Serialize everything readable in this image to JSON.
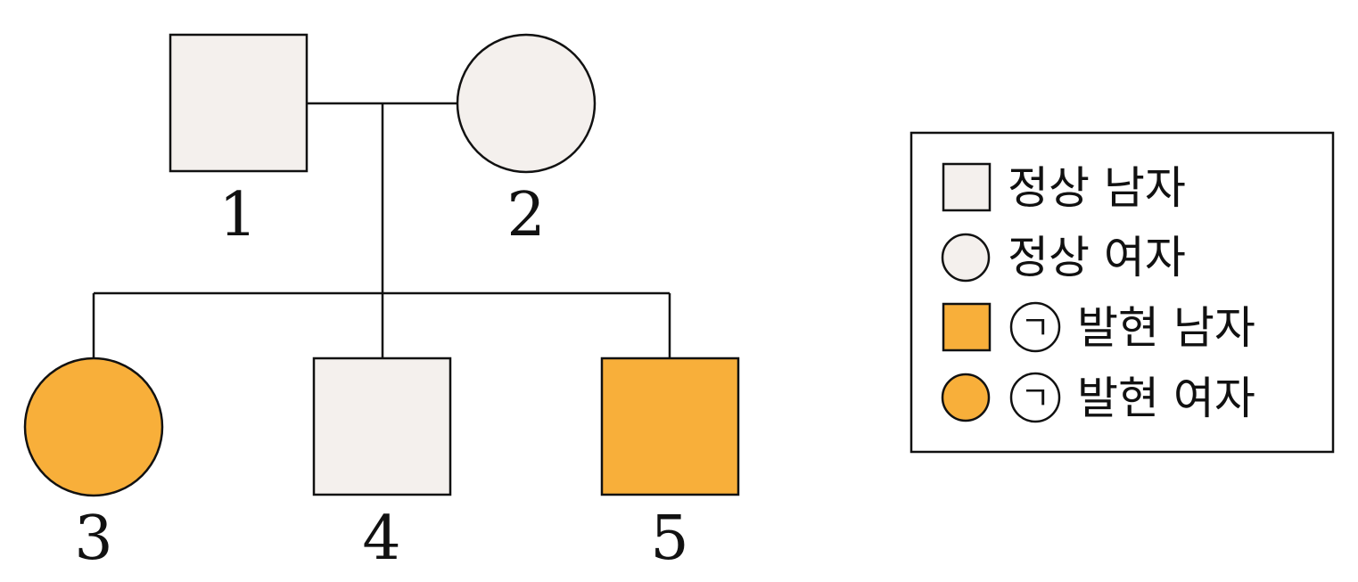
{
  "colors": {
    "normal_fill": "#f4f0ed",
    "affected_fill": "#f8af3a",
    "stroke": "#111111",
    "background": "#ffffff"
  },
  "pedigree": {
    "individuals": [
      {
        "id": "1",
        "label": "1",
        "sex": "male",
        "phenotype": "normal"
      },
      {
        "id": "2",
        "label": "2",
        "sex": "female",
        "phenotype": "normal"
      },
      {
        "id": "3",
        "label": "3",
        "sex": "female",
        "phenotype": "affected"
      },
      {
        "id": "4",
        "label": "4",
        "sex": "male",
        "phenotype": "normal"
      },
      {
        "id": "5",
        "label": "5",
        "sex": "male",
        "phenotype": "affected"
      }
    ],
    "couples": [
      {
        "partners": [
          "1",
          "2"
        ],
        "children": [
          "3",
          "4",
          "5"
        ]
      }
    ]
  },
  "legend": {
    "items": [
      {
        "shape": "square",
        "phenotype": "normal",
        "label": "정상 남자"
      },
      {
        "shape": "circle",
        "phenotype": "normal",
        "label": "정상 여자"
      },
      {
        "shape": "square",
        "phenotype": "affected",
        "marker": "ㄱ",
        "label": "발현 남자"
      },
      {
        "shape": "circle",
        "phenotype": "affected",
        "marker": "ㄱ",
        "label": "발현 여자"
      }
    ]
  }
}
